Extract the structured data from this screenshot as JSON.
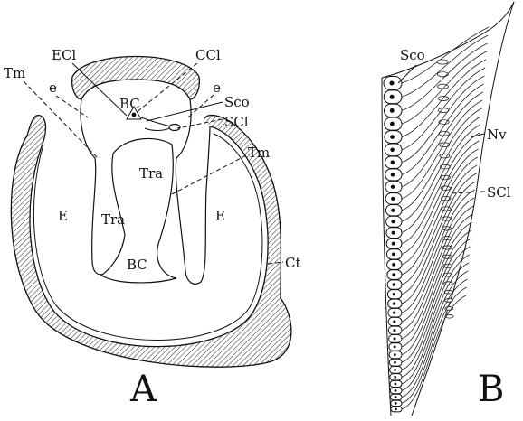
{
  "figure": {
    "panel_a": {
      "caption": "A",
      "labels": {
        "ecl": "ECl",
        "ccl": "CCl",
        "e_left": "e",
        "e_right": "e",
        "sco": "Sco",
        "scl": "SCl",
        "tm_left": "Tm",
        "tm_right": "Tm",
        "bc_top": "BC",
        "bc_bottom": "BC",
        "tra_upper": "Tra",
        "tra_lower": "Tra",
        "e_left_space": "E",
        "e_right_space": "E",
        "ct": "Ct"
      }
    },
    "panel_b": {
      "caption": "B",
      "labels": {
        "sco": "Sco",
        "nv": "Nv",
        "scl": "SCl"
      }
    }
  }
}
